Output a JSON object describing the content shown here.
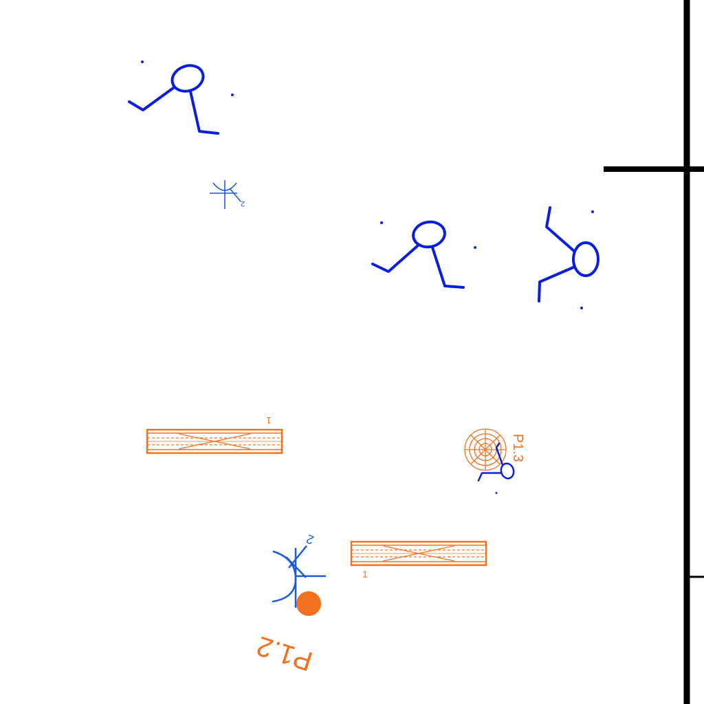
{
  "drawing": {
    "colors": {
      "background": "#ffffff",
      "wall": "#000000",
      "symbol_blue": "#0a1ee0",
      "light_blue": "#1e5bdc",
      "symbol_orange": "#f37021"
    },
    "labels": {
      "sensor_small_number": "2",
      "sensor_large_number": "2",
      "duct_top_number": "1",
      "duct_bottom_number": "1",
      "point_p1_3": "P1.3",
      "point_p1_2": "P1.2"
    },
    "icons": [
      "occupant-figure-icon",
      "sensor-symbol-icon",
      "duct-unit-icon",
      "radial-diffuser-icon",
      "filled-point-icon"
    ]
  }
}
